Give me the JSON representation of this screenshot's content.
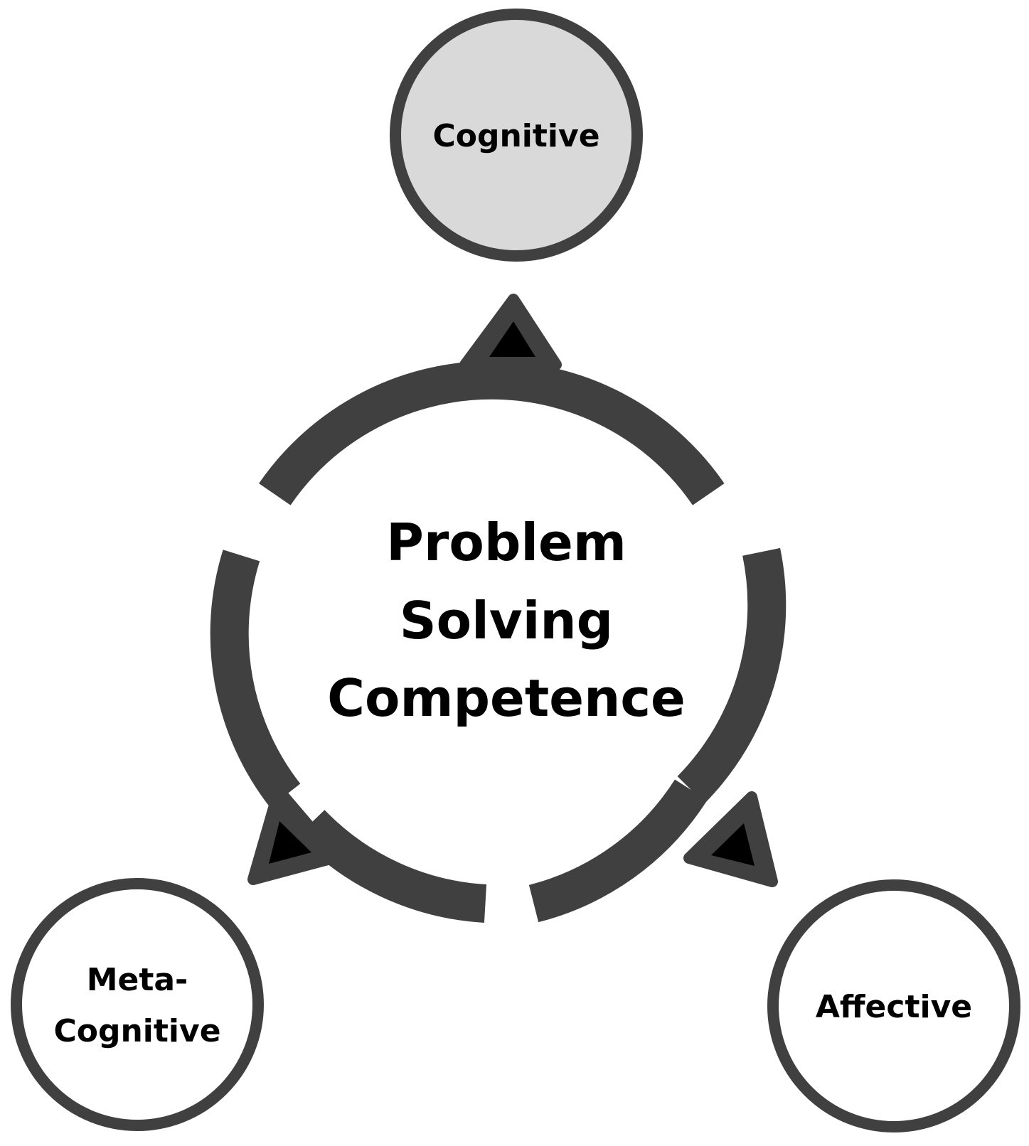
{
  "center": {
    "lines": [
      "Problem",
      "Solving",
      "Competence"
    ]
  },
  "nodes": {
    "cognitive": {
      "label": "Cognitive"
    },
    "metacognitive": {
      "lines": [
        "Meta-",
        "Cognitive"
      ]
    },
    "affective": {
      "label": "Affective"
    }
  },
  "colors": {
    "stroke": "#404040",
    "arrowhead": "#000000",
    "cognitive_fill": "#d9d9d9",
    "node_fill": "#ffffff",
    "text": "#000000"
  }
}
